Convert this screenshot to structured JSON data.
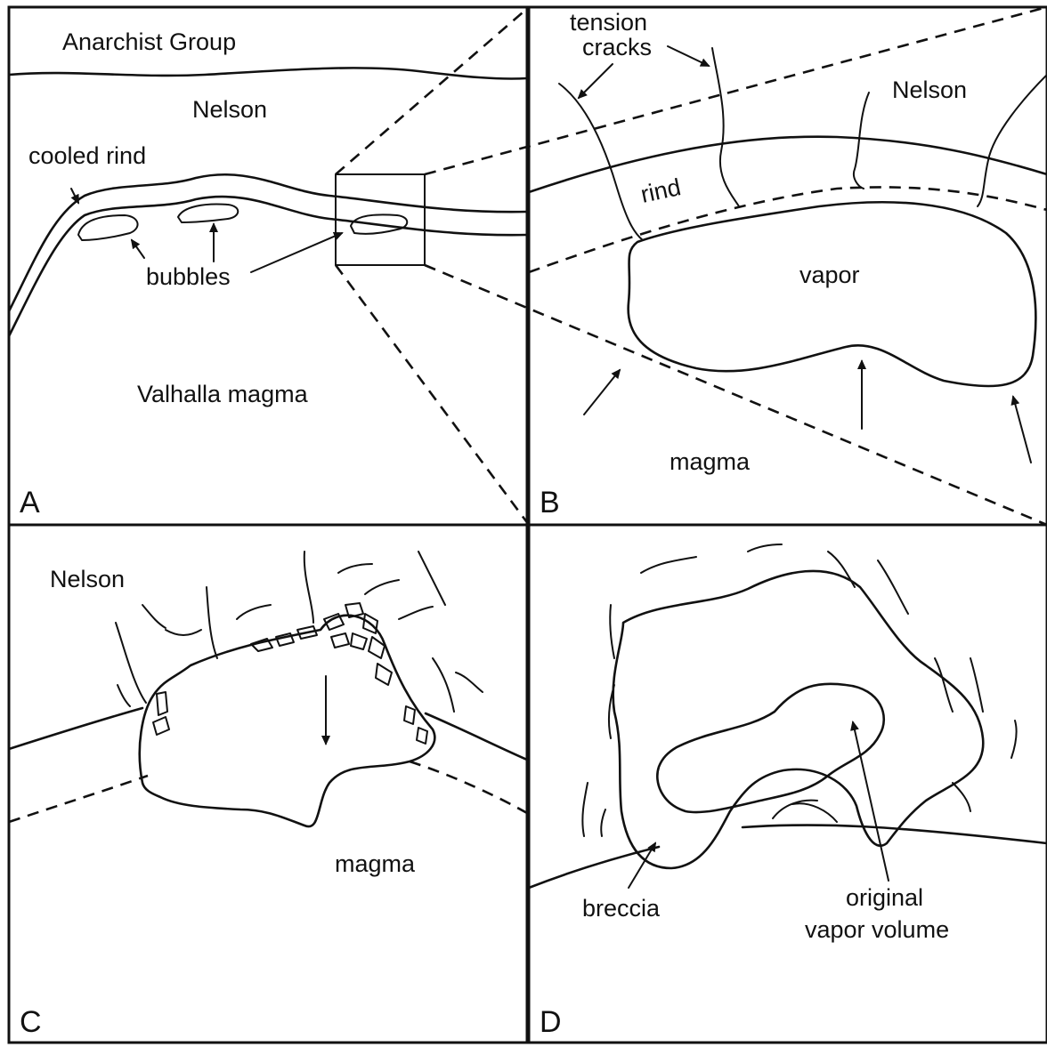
{
  "panels": {
    "a": {
      "letter": "A",
      "labels": {
        "anarchist": "Anarchist Group",
        "nelson": "Nelson",
        "cooled_rind": "cooled rind",
        "bubbles": "bubbles",
        "valhalla": "Valhalla magma"
      }
    },
    "b": {
      "letter": "B",
      "labels": {
        "tension": "tension",
        "cracks": "cracks",
        "nelson": "Nelson",
        "rind": "rind",
        "vapor": "vapor",
        "magma": "magma"
      }
    },
    "c": {
      "letter": "C",
      "labels": {
        "nelson": "Nelson",
        "magma": "magma"
      }
    },
    "d": {
      "letter": "D",
      "labels": {
        "breccia": "breccia",
        "original": "original",
        "vapor_volume": "vapor volume"
      }
    }
  }
}
